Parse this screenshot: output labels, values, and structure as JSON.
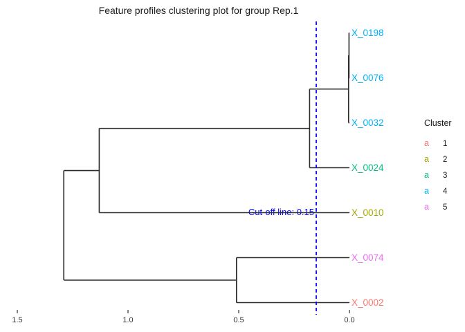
{
  "chart_data": {
    "type": "dendrogram",
    "title": "Feature profiles clustering plot for group Rep.1",
    "orientation": "horizontal, leaves on right at distance 0",
    "line_color": "#2b2b2b",
    "x_axis": {
      "ticks": [
        {
          "label": "1.5",
          "value": 1.5
        },
        {
          "label": "1.0",
          "value": 1.0
        },
        {
          "label": "0.5",
          "value": 0.5
        },
        {
          "label": "0.0",
          "value": 0.0
        }
      ],
      "range": [
        1.55,
        -0.05
      ],
      "grid": "off"
    },
    "cutoff": {
      "value": 0.15,
      "label": "Cut-off line: 0.15",
      "color": "#0000ff",
      "style": "dashed vertical line"
    },
    "leaves": [
      {
        "name": "X_0198",
        "cluster": "4",
        "color": "#00B0F6"
      },
      {
        "name": "X_0076",
        "cluster": "4",
        "color": "#00B0F6"
      },
      {
        "name": "X_0032",
        "cluster": "4",
        "color": "#00B0F6"
      },
      {
        "name": "X_0024",
        "cluster": "3",
        "color": "#00BF7D"
      },
      {
        "name": "X_0010",
        "cluster": "2",
        "color": "#A3A500"
      },
      {
        "name": "X_0074",
        "cluster": "5",
        "color": "#E76BF3"
      },
      {
        "name": "X_0002",
        "cluster": "1",
        "color": "#F8766D"
      }
    ],
    "merges": [
      {
        "a": "X_0198",
        "b": "X_0076",
        "height": 0.002
      },
      {
        "a": "M0",
        "b": "X_0032",
        "height": 0.004
      },
      {
        "a": "M1",
        "b": "X_0024",
        "height": 0.18
      },
      {
        "a": "M2",
        "b": "X_0010",
        "height": 1.13
      },
      {
        "a": "X_0074",
        "b": "X_0002",
        "height": 0.51
      },
      {
        "a": "M3",
        "b": "M4",
        "height": 1.29
      }
    ],
    "legend": {
      "title": "Cluster",
      "position": "right",
      "entries": [
        {
          "key": "a",
          "label": "1",
          "color": "#F8766D"
        },
        {
          "key": "a",
          "label": "2",
          "color": "#A3A500"
        },
        {
          "key": "a",
          "label": "3",
          "color": "#00BF7D"
        },
        {
          "key": "a",
          "label": "4",
          "color": "#00B0F6"
        },
        {
          "key": "a",
          "label": "5",
          "color": "#E76BF3"
        }
      ]
    }
  }
}
